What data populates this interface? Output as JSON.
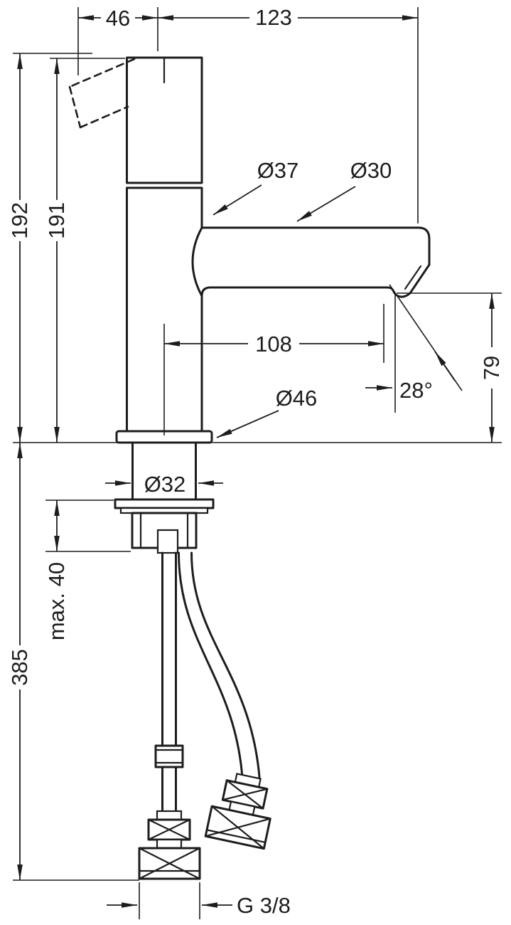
{
  "page": {
    "background": "#ffffff",
    "line_color": "#1d1d1b"
  },
  "drawing": {
    "type": "technical-dimension-drawing",
    "subject": "single-hole basin mixer faucet with supply hoses",
    "labels": {
      "handle_projection": "46",
      "spout_reach": "123",
      "height_tilted": "192",
      "height_handle": "191",
      "dia_body": "Ø37",
      "dia_spout": "Ø30",
      "outlet_offset": "108",
      "outlet_height": "79",
      "outlet_angle": "28°",
      "dia_base": "Ø46",
      "dia_shank": "Ø32",
      "mounting_max": "max. 40",
      "height_below": "385",
      "thread": "G 3/8"
    }
  }
}
